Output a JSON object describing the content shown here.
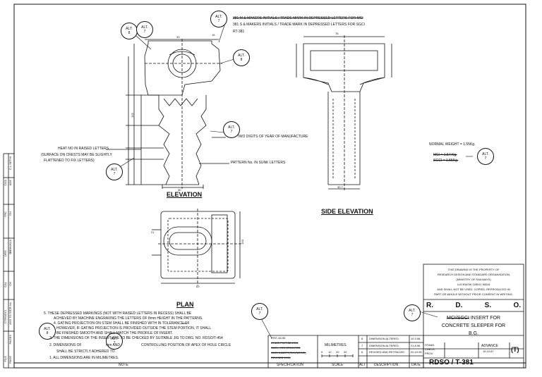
{
  "views": {
    "elevation": "ELEVATION",
    "side_elevation": "SIDE ELEVATION",
    "plan": "PLAN"
  },
  "alt_marks": [
    {
      "label": "ALT.",
      "num": "7"
    },
    {
      "label": "ALT.",
      "num": "8"
    },
    {
      "label": "ALT.",
      "num": "7"
    },
    {
      "label": "ALT.",
      "num": "8"
    },
    {
      "label": "ALT.",
      "num": "7"
    },
    {
      "label": "ALT.",
      "num": "7"
    },
    {
      "label": "ALT.",
      "num": "7"
    },
    {
      "label": "ALT.",
      "num": "7"
    },
    {
      "label": "ALT.",
      "num": "7"
    },
    {
      "label": "ALT.",
      "num": "8"
    },
    {
      "label": "ALT.",
      "num": "7"
    }
  ],
  "callouts": {
    "makers_old": "381 M & MAKERS INITIALS / TRADE MARK IN DEPRESSED LETTERS FOR MCI",
    "makers_new": "381 S & MAKERS INITIALS / TRADE MARK IN DEPRESSED LETTERS FOR SGCI",
    "rt": "RT-381",
    "heat_no": "HEAT NO IN RAISED LETTERS",
    "surface_note_1": "(SURFACE ON CRESTS MAY BE SLIGHTLY",
    "surface_note_2": "FLATTENED TO FIX LETTERS)",
    "last_two_digits": "LAST TWO DIGITS OF YEAR OF MANUFACTURE",
    "pattern_no": "PATTERN No. IN SUNK LETTERS"
  },
  "weights": {
    "normal": "NORMAL WEIGHT = 1.55Kg.",
    "mci": "MCI  = 1.57 Kg.",
    "sgci": "SGCI = 1.55Kg."
  },
  "notes": [
    "5. THESE DEPRESSED MARKINGS (NOT WITH RAISED LETTERS IN RECESS) SHALL BE",
    "ACHIEVED BY MACHINE ENGRAVING THE LETTERS OF 8mm HEIGHT IN THE PATTERNS.",
    "4. GATING PROJECTION ON STEM SHALL BE FINISHED WITH IN TOLERANCE OF",
    "HOWEVER, IF GATING PROJECTION IS PROVIDED OUTSIDE THE STEM PORTION, IT SHALL",
    "BE FINISHED SMOOTH AND SHALL MATCH THE PROFILE OF INSERT.",
    "3. THE DIMENSIONS OF THE INSERT ARE TO BE CHECKED BY SUITABLE JIG TO DRG. NO. RDSO/T-454",
    "2. DIMENSIONS OF",
    "CONTROLLING POSITION OF APEX OF HOLE CIRCLE",
    "SHALL BE STRICTLY ADHERED TO.",
    "1. ALL DIMENSIONS ARE IN MILIMETRES."
  ],
  "note_tol": "mm",
  "note_dim": "mm AND",
  "footer": {
    "note": "NOTE",
    "specification": "SPECIFICATION",
    "scale": "SCALE",
    "alt": "ALT",
    "description": "DESCRIPTION",
    "date": "DATE"
  },
  "specs": [
    "IRST-46-96",
    "IS MCI PG/T-32-1994",
    "SGCI - IRS SPEC.FOR",
    "SGCI INSERT(TENTATIVE)",
    "REVISED 1996"
  ],
  "scale": {
    "unit": "MILIMETRES",
    "ticks": [
      "0",
      "10",
      "20",
      "30"
    ]
  },
  "alterations": [
    {
      "num": "8",
      "desc": "DIMENSION ALTERED",
      "date": "10.3.98"
    },
    {
      "num": "7",
      "desc": "DIMENSION ALTERED",
      "date": "21.8.96"
    },
    {
      "num": "6",
      "desc": "REVISED AND RETRACED",
      "date": "20.10.95"
    }
  ],
  "approval": {
    "stand": "STAND.",
    "check": "CHECK.",
    "prov": "PROV.",
    "advance": "ADVANCE",
    "advance_date": "15.10.87",
    "code": "(T)"
  },
  "property_note": [
    "THIS DRAWING IS THE PROPERTY OF",
    "RESEARCH DESIGN AND STANDARD ORGANISATION",
    "(MINISTRY OF RAILWAYS)",
    "LUCKNOW 226011 INDIA",
    "AND SHALL NOT BE USED, COPIED, REPRODUCED IN",
    "PART OR WHOLE WITHOUT PRIOR CONSENT IN WRITING."
  ],
  "rdso_letters": [
    "R.",
    "D.",
    "S.",
    "O."
  ],
  "drawing_title": {
    "prefix": "MCI/SGCI",
    "line1": " INSERT FOR",
    "line2": "CONCRETE SLEEPER FOR",
    "line3": "B.G."
  },
  "drawing_no": "RDSO / T-381",
  "left_strip": [
    {
      "role": "CDA",
      "name": "ADE",
      "who": "C.L.SETHI"
    },
    {
      "role": "TRC",
      "name": "CH",
      "who": ""
    },
    {
      "role": "DRG",
      "name": "CH",
      "who": "S.SHUKLA"
    },
    {
      "role": "CAL",
      "name": "CH",
      "who": ""
    },
    {
      "role": "CTRS/GCI",
      "name": "ASS TO ST",
      "who": "CR.No."
    },
    {
      "role": "FILE",
      "name": "PAGE",
      "who": "PAGES"
    }
  ],
  "dims": {
    "d_162": "162",
    "d_78": "78",
    "d_33": "33",
    "d_21": "21",
    "d_30": "30",
    "d_83": "83",
    "d_154": "154",
    "d_15": "15",
    "d_30_7": "30.7"
  }
}
